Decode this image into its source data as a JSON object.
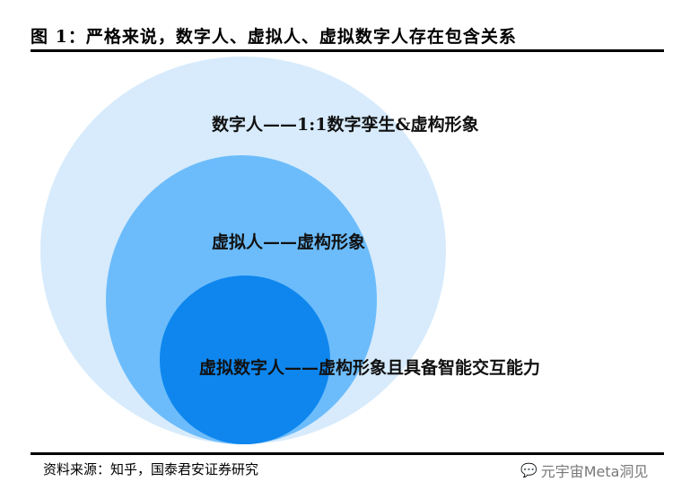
{
  "title": "图 1：严格来说，数字人、虚拟人、虚拟数字人存在包含关系",
  "diagram": {
    "outer": {
      "label": "数字人——1:1数字孪生&虚构形象",
      "color": "#d7ebfc"
    },
    "middle": {
      "label": "虚拟人——虚构形象",
      "color": "#6cbcfb"
    },
    "inner": {
      "label": "虚拟数字人——虚构形象且具备智能交互能力",
      "color": "#0e86ee"
    }
  },
  "source": "资料来源：知乎，国泰君安证券研究",
  "watermark": "元宇宙Meta洞见"
}
